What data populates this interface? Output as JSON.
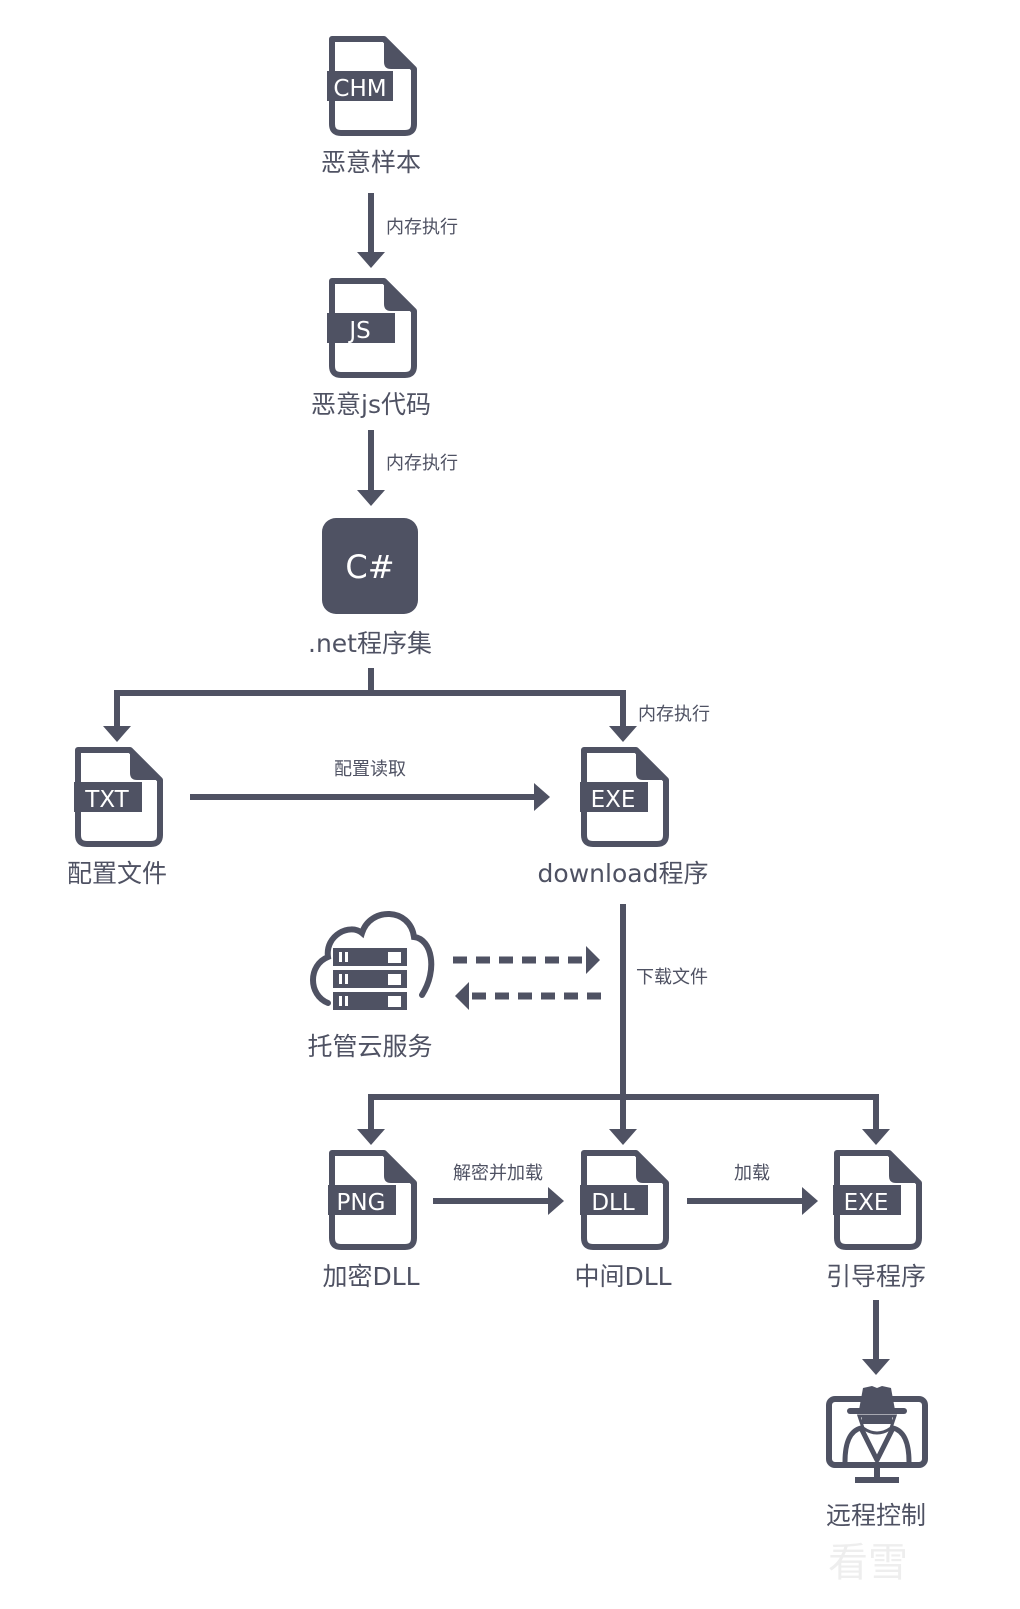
{
  "colors": {
    "primary": "#4f5263",
    "background": "#ffffff"
  },
  "nodes": {
    "chm": {
      "badge": "CHM",
      "label": "恶意样本",
      "icon": "file-icon"
    },
    "js": {
      "badge": "JS",
      "label": "恶意js代码",
      "icon": "file-icon"
    },
    "net": {
      "badge": "C#",
      "label": ".net程序集",
      "icon": "csharp-icon"
    },
    "txt": {
      "badge": "TXT",
      "label": "配置文件",
      "icon": "file-icon"
    },
    "download": {
      "badge": "EXE",
      "label": "download程序",
      "icon": "file-icon"
    },
    "cloud": {
      "label": "托管云服务",
      "icon": "cloud-server-icon"
    },
    "png": {
      "badge": "PNG",
      "label": "加密DLL",
      "icon": "file-icon"
    },
    "dll": {
      "badge": "DLL",
      "label": "中间DLL",
      "icon": "file-icon"
    },
    "loader": {
      "badge": "EXE",
      "label": "引导程序",
      "icon": "file-icon"
    },
    "remote": {
      "label": "远程控制",
      "icon": "spy-monitor-icon"
    }
  },
  "edges": {
    "chm_js": "内存执行",
    "js_net": "内存执行",
    "net_download": "内存执行",
    "txt_download": "配置读取",
    "download_files": "下载文件",
    "png_dll": "解密并加载",
    "dll_loader": "加载"
  },
  "watermark": "看雪"
}
